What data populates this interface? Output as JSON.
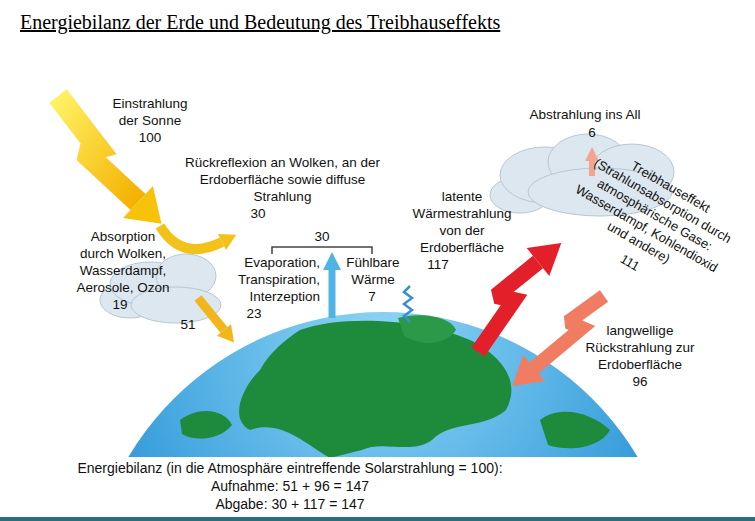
{
  "diagram": {
    "title": "Energiebilanz der Erde und Bedeutung des Treibhauseffekts",
    "labels": [
      "Einstrahlung der Sonne",
      "100",
      "Rückreflexion an Wolken, an der Erdoberfläche sowie diffuse Strahlung",
      "30",
      "30",
      "Absorption durch Wolken, Wasserdampf, Aerosole, Ozon",
      "19",
      "51",
      "Evaporation, Transpiration, Interzeption",
      "23",
      "Fühlbare Wärme",
      "7",
      "latente Wärmestrahlung von der Erdoberfläche",
      "117",
      "Abstrahlung ins All",
      "6",
      "Treibhauseffekt (Strahlunsabsorption durch atmosphärische Gase: Wasserdampf, Kohlendioxid und andere)",
      "111",
      "langwellige Rückstrahlung zur Erdoberfläche",
      "96",
      "Energiebilanz (in die Atmosphäre eintreffende Solarstrahlung = 100):",
      "Aufnahme: 51 + 96 = 147",
      "Abgabe: 30 + 117 = 147"
    ]
  }
}
